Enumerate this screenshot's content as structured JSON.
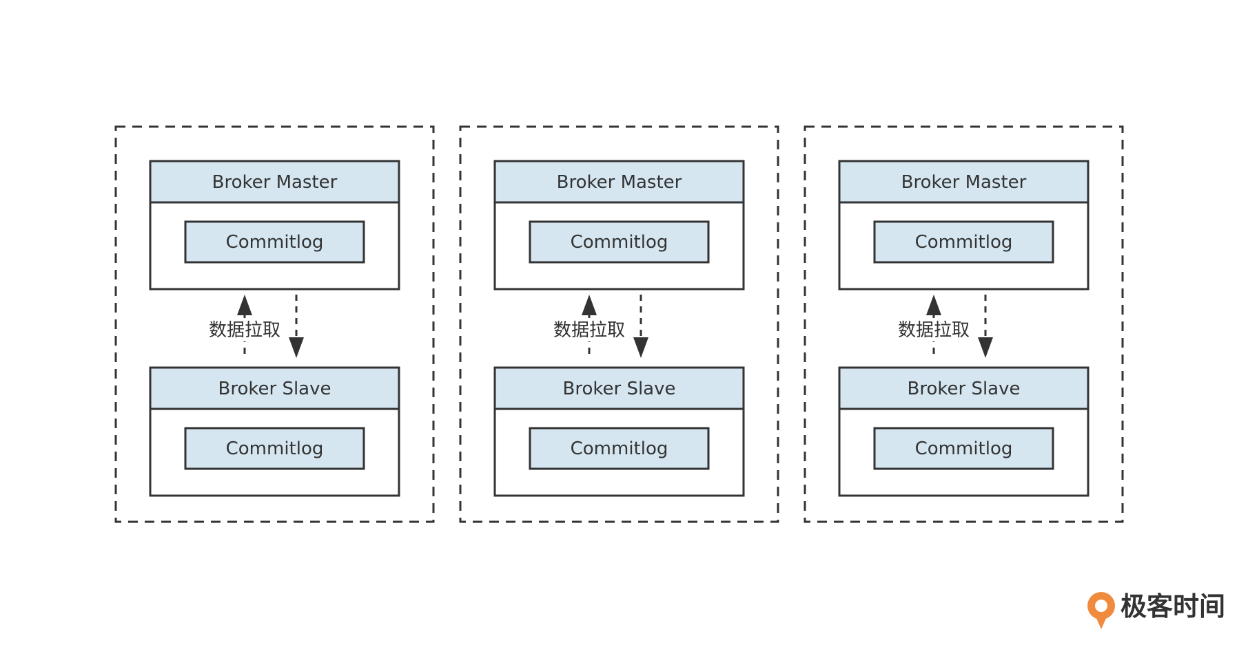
{
  "colors": {
    "box_fill": "#d5e6f0",
    "stroke": "#333333",
    "background": "#ffffff",
    "logo_orange": "#f08a3c"
  },
  "groups": [
    {
      "master": {
        "title": "Broker Master",
        "log": "Commitlog"
      },
      "slave": {
        "title": "Broker Slave",
        "log": "Commitlog"
      },
      "pull_label": "数据拉取"
    },
    {
      "master": {
        "title": "Broker Master",
        "log": "Commitlog"
      },
      "slave": {
        "title": "Broker Slave",
        "log": "Commitlog"
      },
      "pull_label": "数据拉取"
    },
    {
      "master": {
        "title": "Broker Master",
        "log": "Commitlog"
      },
      "slave": {
        "title": "Broker Slave",
        "log": "Commitlog"
      },
      "pull_label": "数据拉取"
    }
  ],
  "logo": {
    "icon": "geektime-logo-icon",
    "text": "极客时间"
  }
}
